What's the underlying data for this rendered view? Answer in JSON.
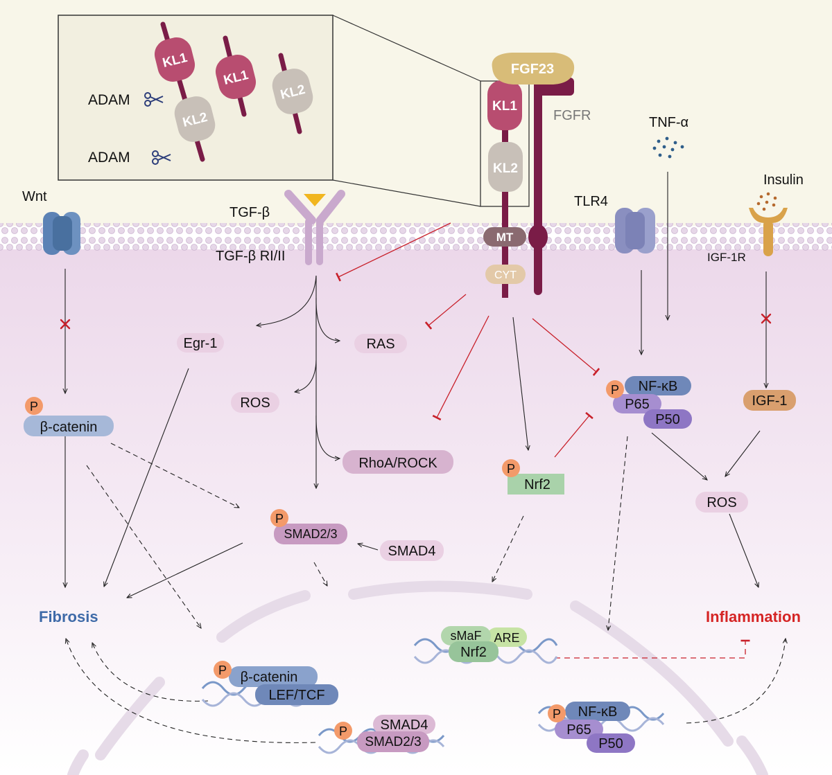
{
  "colors": {
    "exterior": "#f8f6e9",
    "cytoplasm": "#f3e6f2",
    "membrane": "#e3d3e5",
    "klotho_kl1": "#b84d70",
    "klotho_kl2": "#c8c0b8",
    "fgf23": "#d8bc78",
    "fgfr": "#7a1c47",
    "inhibit": "#c8202a",
    "fibrosis": "#3e6aa8",
    "inflammation": "#d52424",
    "pill_pink": "#ead0e3",
    "smad23": "#c79ac1",
    "nfkb": "#6f88b9",
    "p65": "#a68ed0",
    "p50": "#8e76c4",
    "igf1": "#d99f6e",
    "nrf2": "#a9d2aa",
    "are": "#c7e3a5",
    "phospho": "#f39a6a",
    "dna_strand_a": "#7a98c8",
    "dna_strand_b": "#a7b4d8"
  },
  "inset": {
    "adam_top": "ADAM",
    "adam_bottom": "ADAM",
    "kl1_a": "KL1",
    "kl1_b": "KL1",
    "kl2_a": "KL2",
    "kl2_b": "KL2"
  },
  "klotho": {
    "fgf23": "FGF23",
    "kl1": "KL1",
    "kl2": "KL2",
    "fgfr": "FGFR",
    "mt": "MT",
    "cyt": "CYT"
  },
  "receptors": {
    "wnt": "Wnt",
    "tgfb": "TGF-β",
    "tgfb_receptor": "TGF-β RI/II",
    "tlr4": "TLR4",
    "tnfa": "TNF-α",
    "insulin": "Insulin",
    "igf1r": "IGF-1R"
  },
  "cytoplasm": {
    "egr1": "Egr-1",
    "ras": "RAS",
    "ros_left": "ROS",
    "rhoa_rock": "RhoA/ROCK",
    "p_label": "P",
    "beta_catenin": "β-catenin",
    "smad23": "SMAD2/3",
    "smad4": "SMAD4",
    "nrf2": "Nrf2",
    "nfkb": "NF-κB",
    "p65": "P65",
    "p50": "P50",
    "igf1": "IGF-1",
    "ros_right": "ROS"
  },
  "outcomes": {
    "fibrosis": "Fibrosis",
    "inflammation": "Inflammation"
  },
  "nucleus": {
    "smaf": "sMaF",
    "are": "ARE",
    "nrf2": "Nrf2",
    "beta_catenin": "β-catenin",
    "lef_tcf": "LEF/TCF",
    "smad4": "SMAD4",
    "smad23": "SMAD2/3",
    "nfkb": "NF-κB",
    "p65": "P65",
    "p50": "P50",
    "p_label": "P"
  }
}
